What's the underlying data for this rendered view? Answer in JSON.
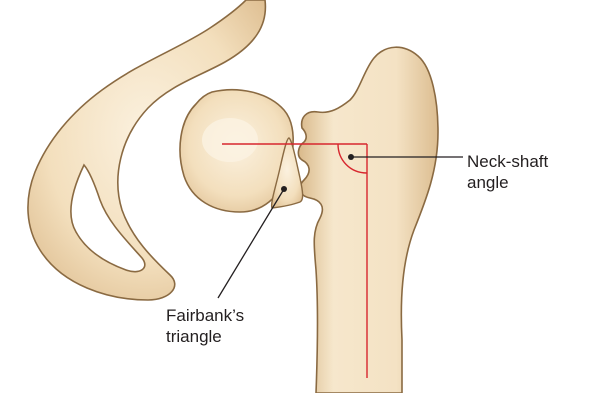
{
  "labels": {
    "neck_shaft_line1": "Neck-shaft",
    "neck_shaft_line2": "angle",
    "fairbank_line1": "Fairbank’s",
    "fairbank_line2": "triangle"
  },
  "colors": {
    "bone_fill": "#f4e2c4",
    "bone_shade": "#d8b98c",
    "outline": "#8a6a42",
    "measure_line": "#d7262e",
    "leader_line": "#231f20"
  }
}
